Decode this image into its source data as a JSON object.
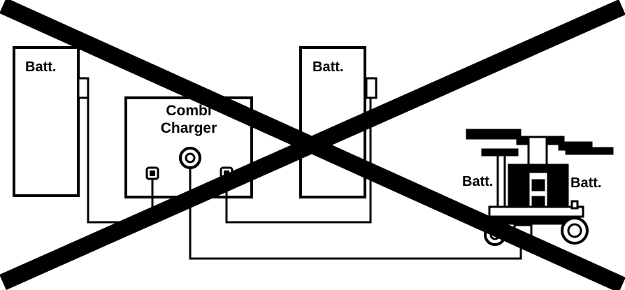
{
  "diagram": {
    "status": "crossed-out",
    "cross_color": "#000000",
    "line_color": "#000000",
    "background": "#ffffff"
  },
  "labels": {
    "battery_left": "Batt.",
    "battery_middle": "Batt.",
    "charger_line1": "Combi",
    "charger_line2": "Charger",
    "motor_battery_left": "Batt.",
    "motor_battery_right": "Batt."
  },
  "icons": {
    "battery": "battery-box-icon",
    "charger": "charger-box-icon",
    "vehicle": "mobility-scooter-icon",
    "connector_jack": "round-jack-icon",
    "connector_socket": "small-socket-icon"
  }
}
